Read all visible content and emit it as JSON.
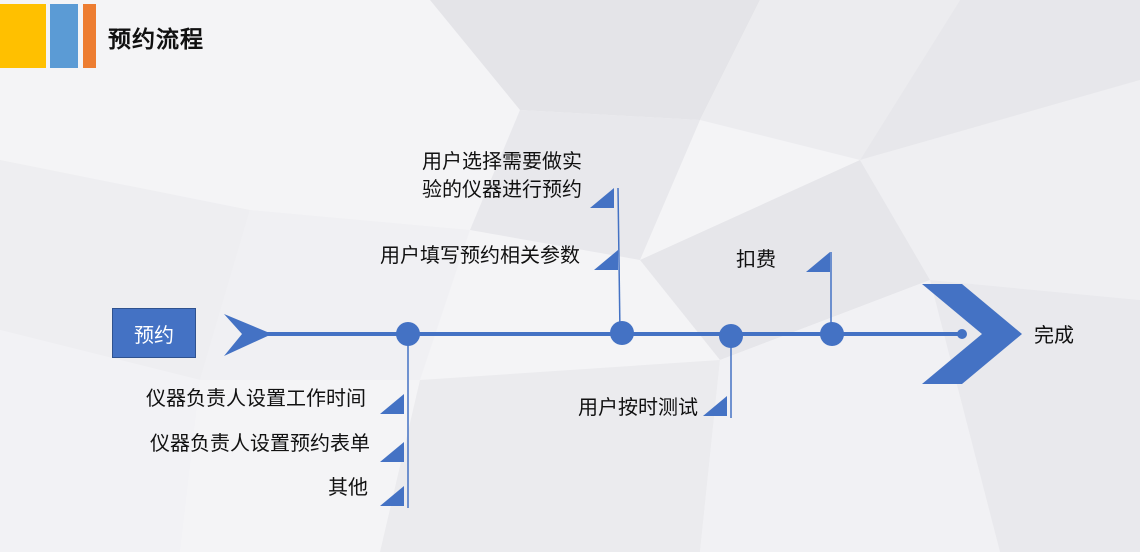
{
  "header": {
    "title": "预约流程",
    "accent_colors": [
      "#ffc000",
      "#5b9bd5",
      "#ed7d31"
    ]
  },
  "diagram": {
    "line_color": "#4472c4",
    "start_label": "预约",
    "end_label": "完成",
    "steps": {
      "admin_work_time": "仪器负责人设置工作时间",
      "admin_form": "仪器负责人设置预约表单",
      "other": "其他",
      "select_instrument_1": "用户选择需要做实",
      "select_instrument_2": "验的仪器进行预约",
      "fill_params": "用户填写预约相关参数",
      "test_on_time": "用户按时测试",
      "deduct_fee": "扣费"
    }
  }
}
